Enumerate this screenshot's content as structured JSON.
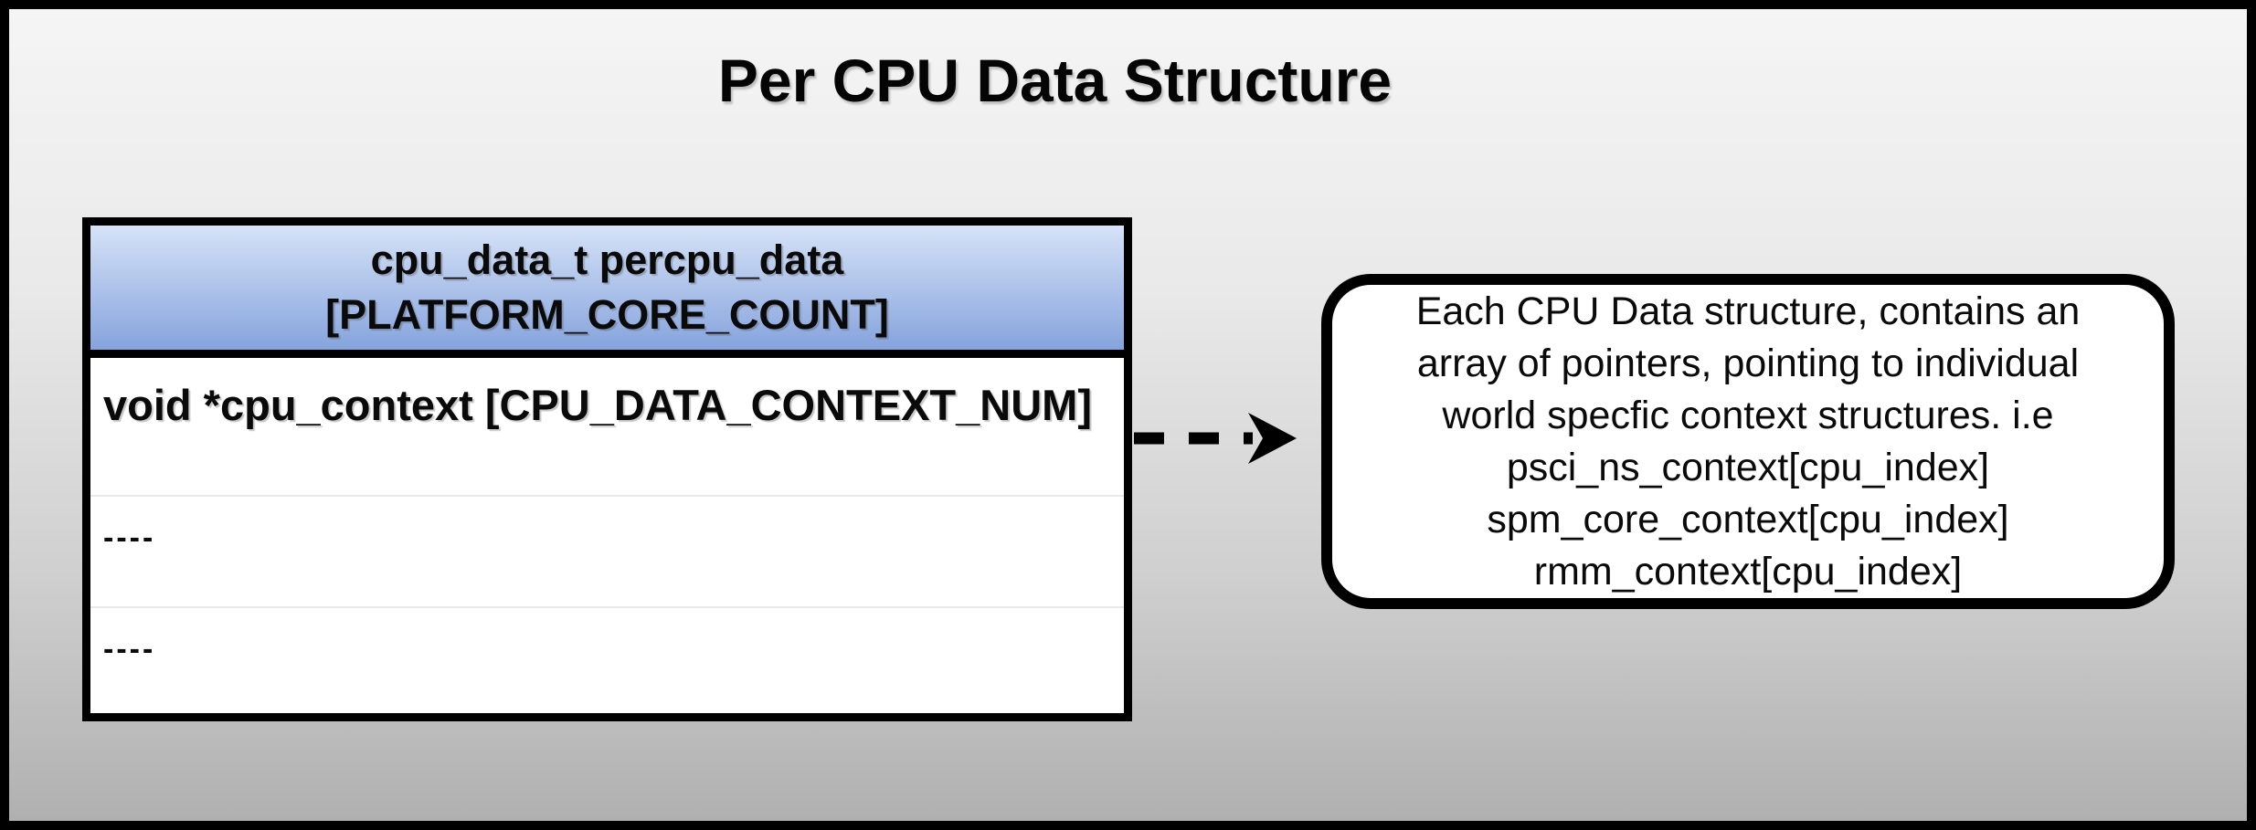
{
  "title": "Per CPU Data Structure",
  "struct_table": {
    "header": {
      "line1": "cpu_data_t percpu_data",
      "line2": "[PLATFORM_CORE_COUNT]"
    },
    "rows": [
      {
        "text": "void *cpu_context [CPU_DATA_CONTEXT_NUM]"
      },
      {
        "text": "----"
      },
      {
        "text": "----"
      }
    ]
  },
  "connector": {
    "style": "dashed",
    "direction": "right",
    "from": "cpu_context row",
    "to": "callout"
  },
  "callout": {
    "lines": [
      "Each CPU Data structure, contains an",
      "array of pointers, pointing to individual",
      "world specfic context structures. i.e",
      "psci_ns_context[cpu_index]",
      "spm_core_context[cpu_index]",
      "rmm_context[cpu_index]"
    ]
  },
  "colors": {
    "border": "#000000",
    "background_top": "#f5f5f5",
    "background_bottom": "#b0b0b0",
    "header_gradient_top": "#cfddf5",
    "header_gradient_bottom": "#85a3dc",
    "row_divider": "#e9e9e9",
    "box_fill": "#ffffff",
    "text": "#0a0a0a"
  }
}
